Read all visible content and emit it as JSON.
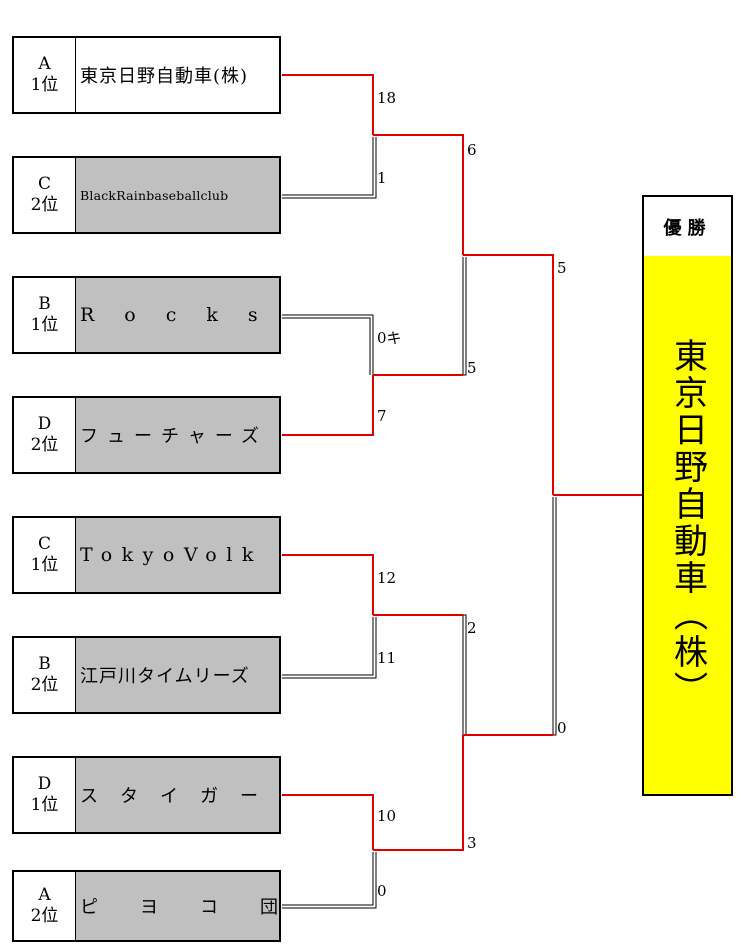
{
  "teams": [
    {
      "group": "A",
      "rank": "1位",
      "name": "東京日野自動車(株)",
      "winner": true
    },
    {
      "group": "C",
      "rank": "2位",
      "name": "BlackRainbaseballclub",
      "winner": false
    },
    {
      "group": "B",
      "rank": "1位",
      "name": "Rocks",
      "winner": false
    },
    {
      "group": "D",
      "rank": "2位",
      "name": "フューチャーズ",
      "winner": false
    },
    {
      "group": "C",
      "rank": "1位",
      "name": "TokyoVolk",
      "winner": false
    },
    {
      "group": "B",
      "rank": "2位",
      "name": "江戸川タイムリーズ",
      "winner": false
    },
    {
      "group": "D",
      "rank": "1位",
      "name": "スタイガー",
      "winner": false
    },
    {
      "group": "A",
      "rank": "2位",
      "name": "ピヨコ団",
      "winner": false
    }
  ],
  "scores": {
    "r1": [
      "18",
      "1",
      "0キ",
      "7",
      "12",
      "11",
      "10",
      "0"
    ],
    "r2": [
      "6",
      "5",
      "2",
      "3"
    ],
    "r3": [
      "5",
      "0"
    ]
  },
  "champion": {
    "label": "優勝",
    "name": "東京日野自動車（株）"
  },
  "colors": {
    "winner_line": "#e00000",
    "loser_line": "#000000",
    "team_box": "#c0c0c0",
    "champion_box": "#ffff00"
  }
}
